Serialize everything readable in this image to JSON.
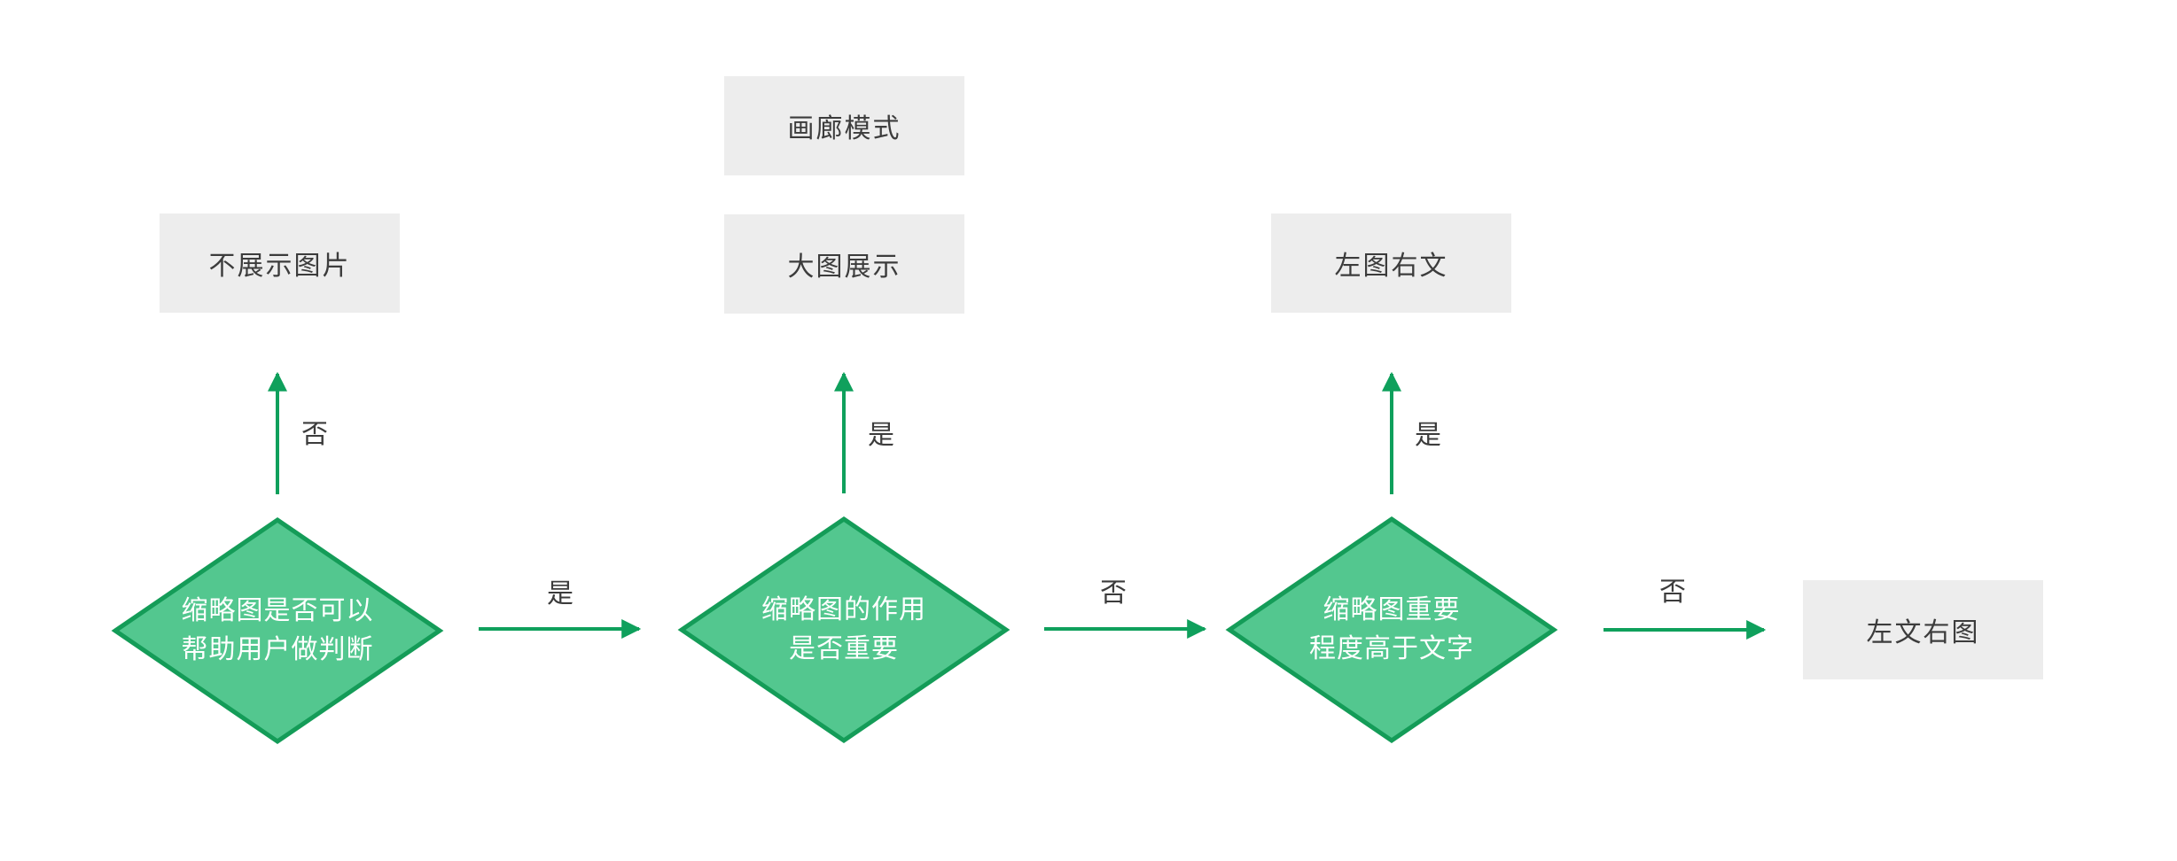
{
  "diagram": {
    "title": "thumbnail-display-decision-flowchart",
    "nodes": {
      "gallery": {
        "label": "画廊模式"
      },
      "no_image": {
        "label": "不展示图片"
      },
      "big_image": {
        "label": "大图展示"
      },
      "left_image_right_text": {
        "label": "左图右文"
      },
      "left_text_right_image": {
        "label": "左文右图"
      },
      "decision_thumbnail_helps": {
        "line1": "缩略图是否可以",
        "line2": "帮助用户做判断"
      },
      "decision_thumbnail_important": {
        "line1": "缩略图的作用",
        "line2": "是否重要"
      },
      "decision_thumbnail_over_text": {
        "line1": "缩略图重要",
        "line2": "程度高于文字"
      }
    },
    "edge_labels": {
      "d1_up": "否",
      "d1_right": "是",
      "d2_up": "是",
      "d2_right": "否",
      "d3_up": "是",
      "d3_right": "否"
    },
    "colors": {
      "diamond_fill": "#53C78F",
      "diamond_border": "#149C58",
      "arrow": "#0FA05C",
      "box_bg": "#EDEDED",
      "text_dark": "#3C3C3C",
      "diamond_text": "#FFFFFF",
      "canvas_bg": "#FFFFFF"
    }
  }
}
